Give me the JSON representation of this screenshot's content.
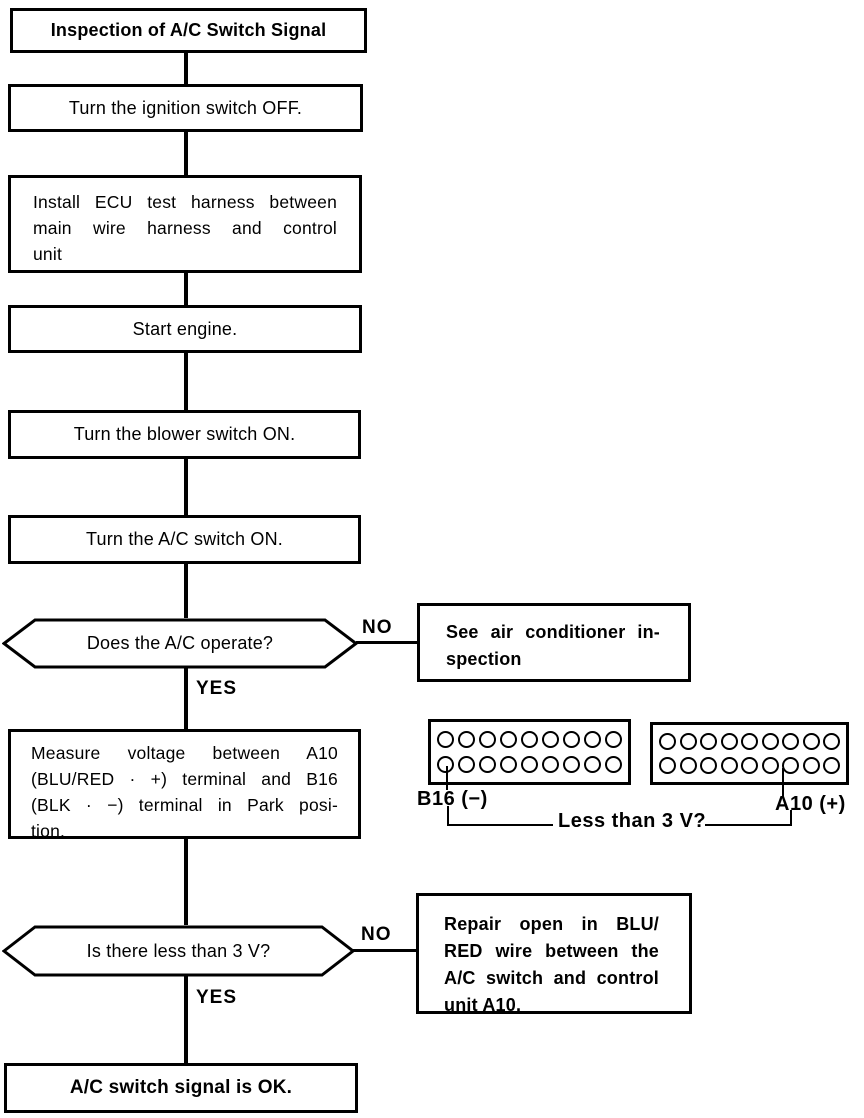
{
  "flowchart": {
    "title": "Inspection of A/C Switch Signal",
    "step_ignition": "Turn the ignition switch OFF.",
    "step_install_lines": [
      "Install ECU test harness between",
      "main  wire  harness  and  control",
      "unit"
    ],
    "step_start_engine": "Start engine.",
    "step_blower": "Turn the blower switch ON.",
    "step_ac_switch": "Turn the A/C switch ON.",
    "decision_operate": {
      "question": "Does the A/C operate?",
      "no_label": "NO",
      "yes_label": "YES",
      "no_result_lines": [
        "See  air  conditioner  in-",
        "spection"
      ]
    },
    "step_measure_lines": [
      "Measure  voltage  between  A10",
      "(BLU/RED · +) terminal and B16",
      "(BLK  ·  −)  terminal  in  Park  posi-",
      "tion."
    ],
    "decision_voltage": {
      "question": "Is there less than 3 V?",
      "no_label": "NO",
      "yes_label": "YES",
      "no_result_lines": [
        "Repair  open  in  BLU/",
        "RED wire between the",
        "A/C switch and control",
        "unit A10."
      ]
    },
    "result_ok": "A/C switch signal is OK."
  },
  "connectors": {
    "left": {
      "label": "B16 (−)",
      "pins_per_row": 9
    },
    "right": {
      "label": "A10 (+)",
      "pins_per_row": 9
    },
    "measurement_label": "Less than 3 V?"
  },
  "colors": {
    "line": "#000000",
    "background": "#ffffff"
  }
}
